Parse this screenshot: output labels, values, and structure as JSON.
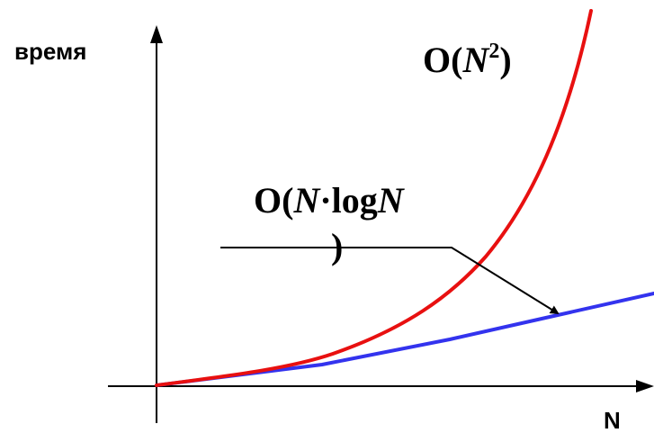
{
  "axes": {
    "y_label": "время",
    "x_label": "N"
  },
  "curves": {
    "quadratic": {
      "label_prefix": "O(",
      "label_var": "N",
      "label_exp": "2",
      "label_suffix": ")",
      "color": "#e81010"
    },
    "nlogn": {
      "label_line1_prefix": "O(",
      "label_line1_var": "N",
      "label_line1_mid": "·log",
      "label_line1_var2": "N",
      "label_line2": ")",
      "color": "#3333ee"
    }
  },
  "colors": {
    "axis": "#000000",
    "background": "#ffffff"
  }
}
